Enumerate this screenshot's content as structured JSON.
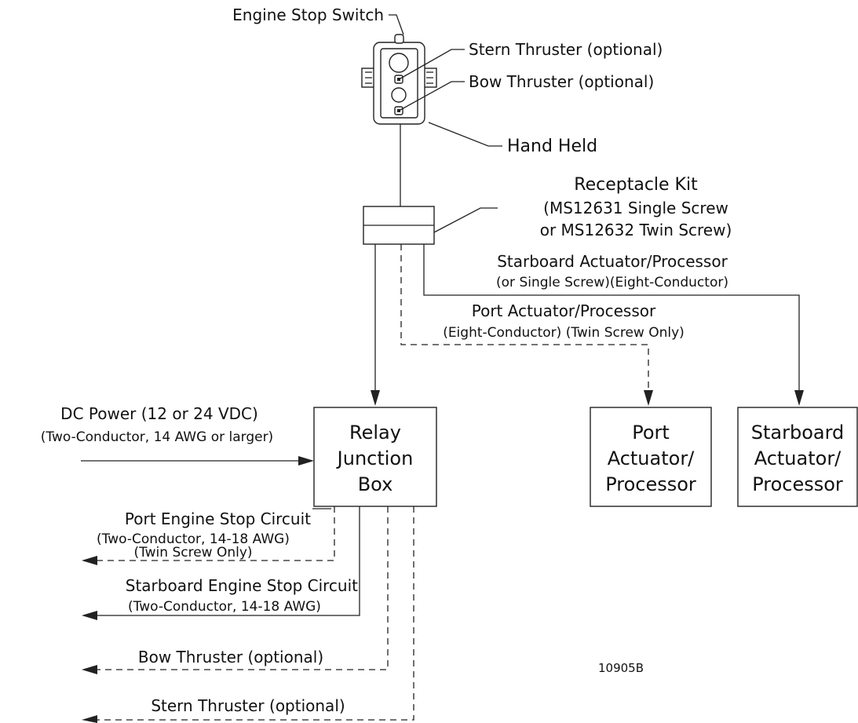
{
  "labels": {
    "engine_stop_switch": "Engine Stop Switch",
    "stern_thruster_top": "Stern Thruster (optional)",
    "bow_thruster_top": "Bow Thruster (optional)",
    "hand_held": "Hand Held",
    "receptacle_kit": {
      "line1": "Receptacle Kit",
      "line2": "(MS12631 Single Screw",
      "line3": "or MS12632 Twin Screw)"
    },
    "starboard_cable": {
      "line1": "Starboard Actuator/Processor",
      "line2": "(or Single Screw)(Eight-Conductor)"
    },
    "port_cable": {
      "line1": "Port Actuator/Processor",
      "line2": "(Eight-Conductor) (Twin Screw Only)"
    },
    "dc_power": {
      "line1": "DC Power (12 or 24 VDC)",
      "line2": "(Two-Conductor, 14 AWG or larger)"
    },
    "port_engine_stop": {
      "line1": "Port Engine Stop Circuit",
      "line2": "(Two-Conductor, 14-18 AWG)",
      "line3": "(Twin Screw Only)"
    },
    "starboard_engine_stop": {
      "line1": "Starboard Engine Stop Circuit",
      "line2": "(Two-Conductor, 14-18 AWG)"
    },
    "bow_thruster_bottom": "Bow Thruster (optional)",
    "stern_thruster_bottom": "Stern Thruster (optional)",
    "figure_id": "10905B"
  },
  "boxes": {
    "relay": {
      "line1": "Relay",
      "line2": "Junction",
      "line3": "Box"
    },
    "port": {
      "line1": "Port",
      "line2": "Actuator/",
      "line3": "Processor"
    },
    "starboard": {
      "line1": "Starboard",
      "line2": "Actuator/",
      "line3": "Processor"
    }
  },
  "colors": {
    "line": "#222222",
    "background": "#ffffff"
  }
}
